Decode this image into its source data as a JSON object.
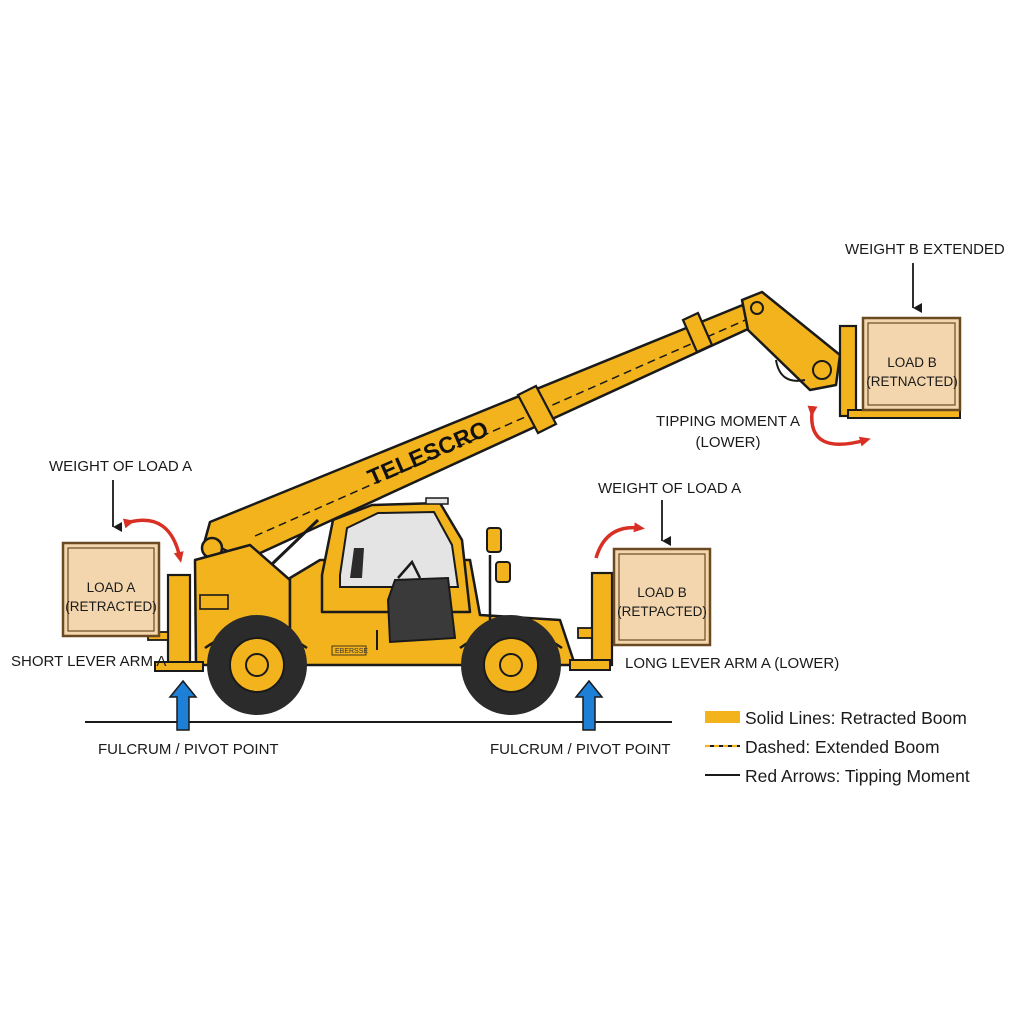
{
  "labels": {
    "weight_load_a": "WEIGHT OF LOAD A",
    "weight_load_a_right": "WEIGHT OF LOAD A",
    "weight_b_extended": "WEIGHT B EXTENDED",
    "tipping_moment_line1": "TIPPING MOMENT A",
    "tipping_moment_line2": "(LOWER)",
    "short_lever_arm": "SHORT LEVER ARM A",
    "long_lever_arm": "LONG LEVER ARM A (LOWER)",
    "fulcrum_left": "FULCRUM / PIVOT POINT",
    "fulcrum_right": "FULCRUM / PIVOT POINT"
  },
  "boxes": {
    "load_a": {
      "line1": "LOAD A",
      "line2": "(RETRACTED)"
    },
    "load_b_ground": {
      "line1": "LOAD B",
      "line2": "(RETPACTED)"
    },
    "load_b_raised": {
      "line1": "LOAD B",
      "line2": "(RETNACTED)"
    }
  },
  "machine": {
    "boom_brand": "TELESCRO",
    "body_plate": "EBERSSE"
  },
  "legend": [
    {
      "swatch": "solid",
      "text": "Solid Lines: Retracted Boom"
    },
    {
      "swatch": "dashed",
      "text": "Dashed: Extended Boom"
    },
    {
      "swatch": "line",
      "text": "Red Arrows: Tipping Moment"
    }
  ],
  "colors": {
    "machine_yellow": "#f2b31d",
    "outline": "#1a1a1a",
    "crate": "#f3d6ad",
    "crate_border": "#6b4a22",
    "moment_arrow": "#d93025",
    "support_arrow": "#1e7fd6",
    "tire": "#2b2b2b",
    "glass": "#e4e4e4"
  }
}
